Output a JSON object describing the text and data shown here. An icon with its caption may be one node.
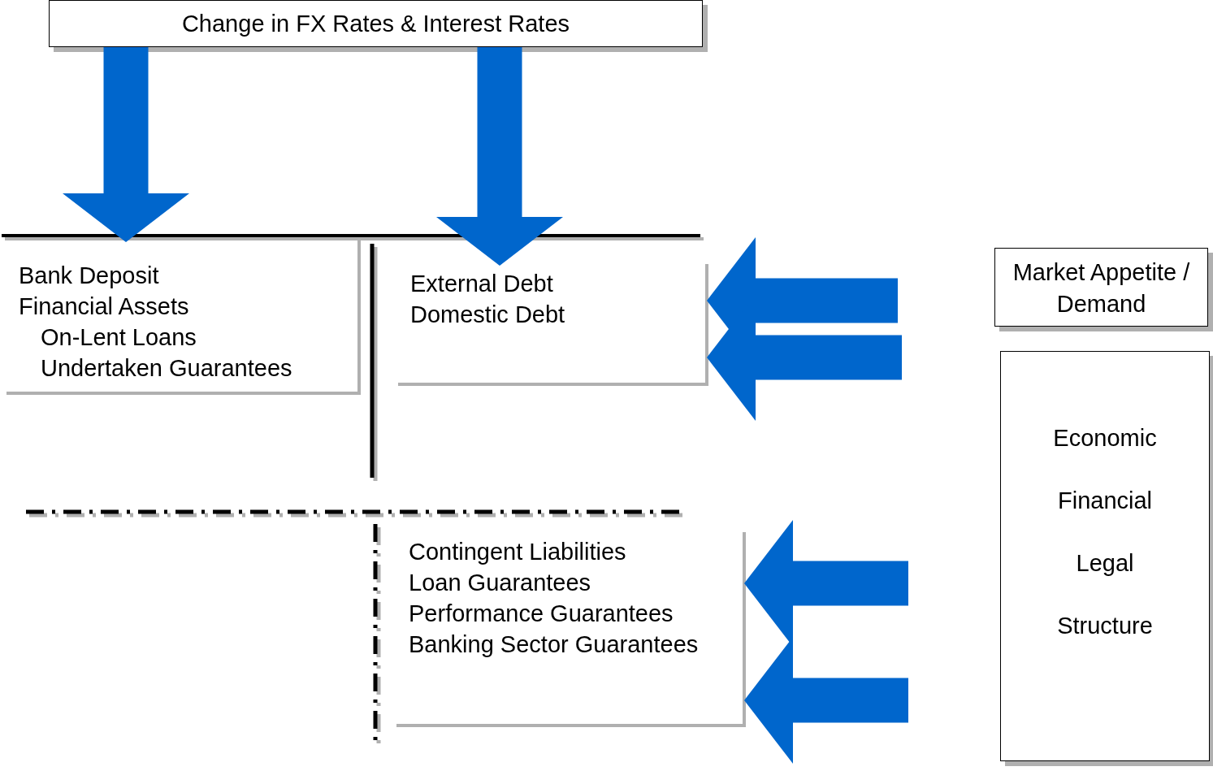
{
  "diagram": {
    "nodes": [
      {
        "text": [
          "Change in FX Rates & Interest Rates"
        ]
      },
      {
        "text": [
          "Bank Deposit",
          "Financial Assets",
          "On-Lent Loans",
          "Undertaken Guarantees"
        ]
      },
      {
        "text": [
          "External Debt",
          "Domestic Debt"
        ]
      },
      {
        "text": [
          "Contingent Liabilities",
          "Loan Guarantees",
          "Performance Guarantees",
          "Banking Sector Guarantees"
        ]
      },
      {
        "text": [
          "Market Appetite / Demand"
        ]
      },
      {
        "text": [
          "Economic",
          "Financial",
          "Legal",
          "Structure"
        ]
      }
    ],
    "edges": [
      {
        "from": 0,
        "to": 1,
        "arrow": "to"
      },
      {
        "from": 0,
        "to": 2,
        "arrow": "to"
      },
      {
        "from": null,
        "to": 2,
        "arrow": "to"
      },
      {
        "from": null,
        "to": 2,
        "arrow": "to"
      },
      {
        "from": null,
        "to": 3,
        "arrow": "to"
      },
      {
        "from": null,
        "to": 3,
        "arrow": "to"
      }
    ]
  }
}
